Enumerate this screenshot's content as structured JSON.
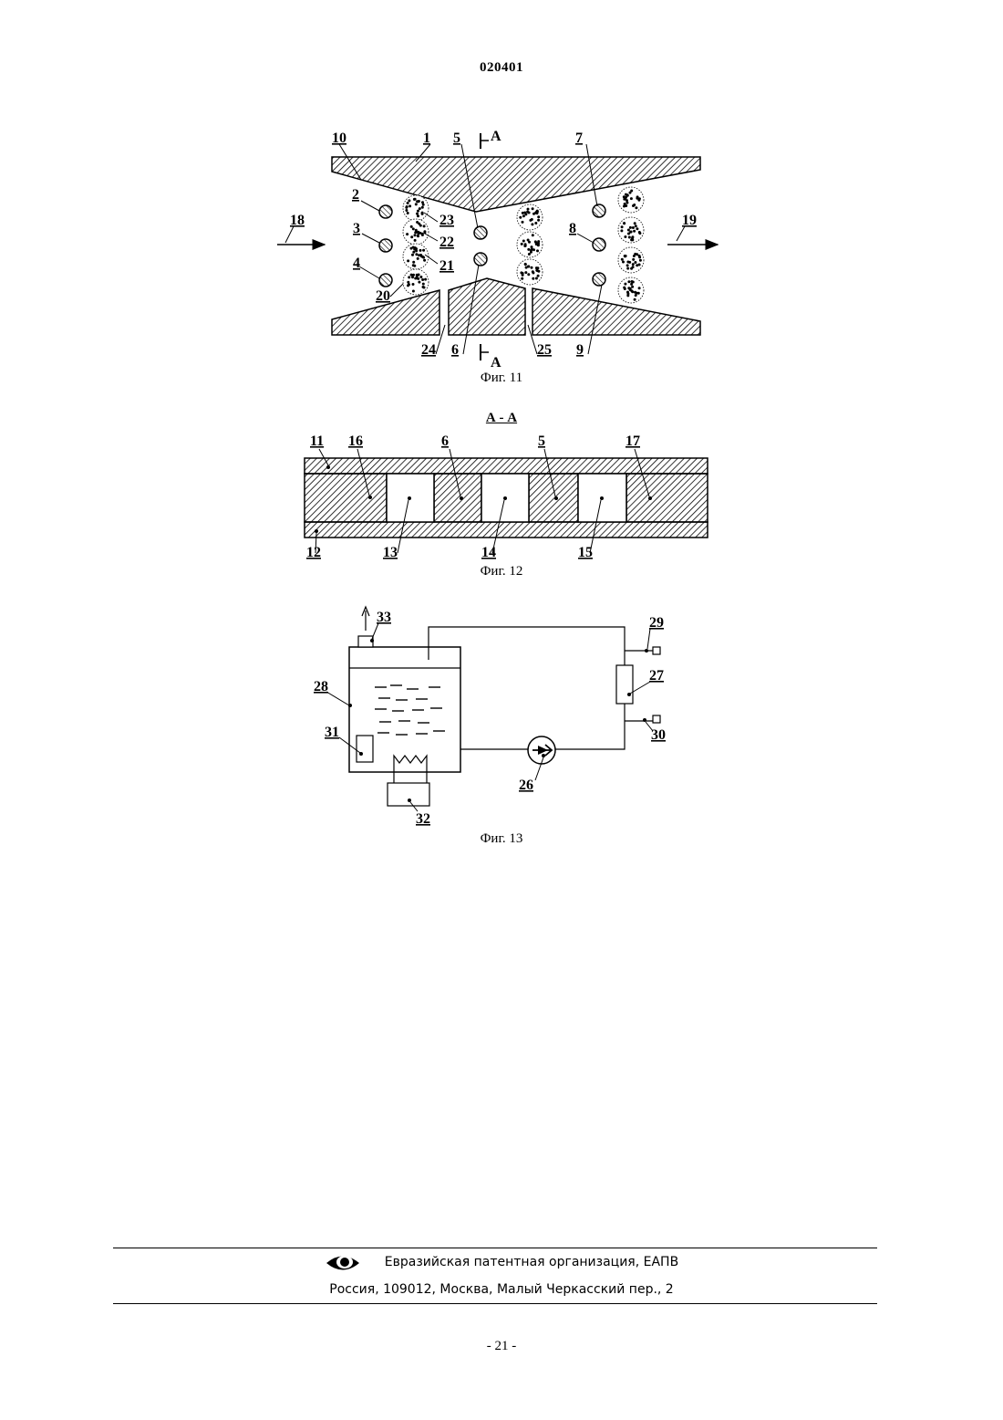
{
  "header": {
    "doc_number": "020401"
  },
  "fig11": {
    "caption": "Фиг. 11",
    "section_mark": "A",
    "labels": [
      "10",
      "1",
      "5",
      "7",
      "2",
      "18",
      "3",
      "4",
      "20",
      "23",
      "22",
      "21",
      "8",
      "19",
      "24",
      "6",
      "25",
      "9"
    ]
  },
  "fig12": {
    "caption": "Фиг. 12",
    "section_title": "А - А",
    "labels": [
      "11",
      "16",
      "6",
      "5",
      "17",
      "12",
      "13",
      "14",
      "15"
    ]
  },
  "fig13": {
    "caption": "Фиг. 13",
    "labels": [
      "33",
      "29",
      "28",
      "27",
      "31",
      "30",
      "26",
      "32"
    ]
  },
  "footer": {
    "org": "Евразийская патентная организация, ЕАПВ",
    "address": "Россия, 109012, Москва, Малый Черкасский пер., 2",
    "logo_icon": "eapo-eye-logo"
  },
  "page_number": "- 21 -"
}
